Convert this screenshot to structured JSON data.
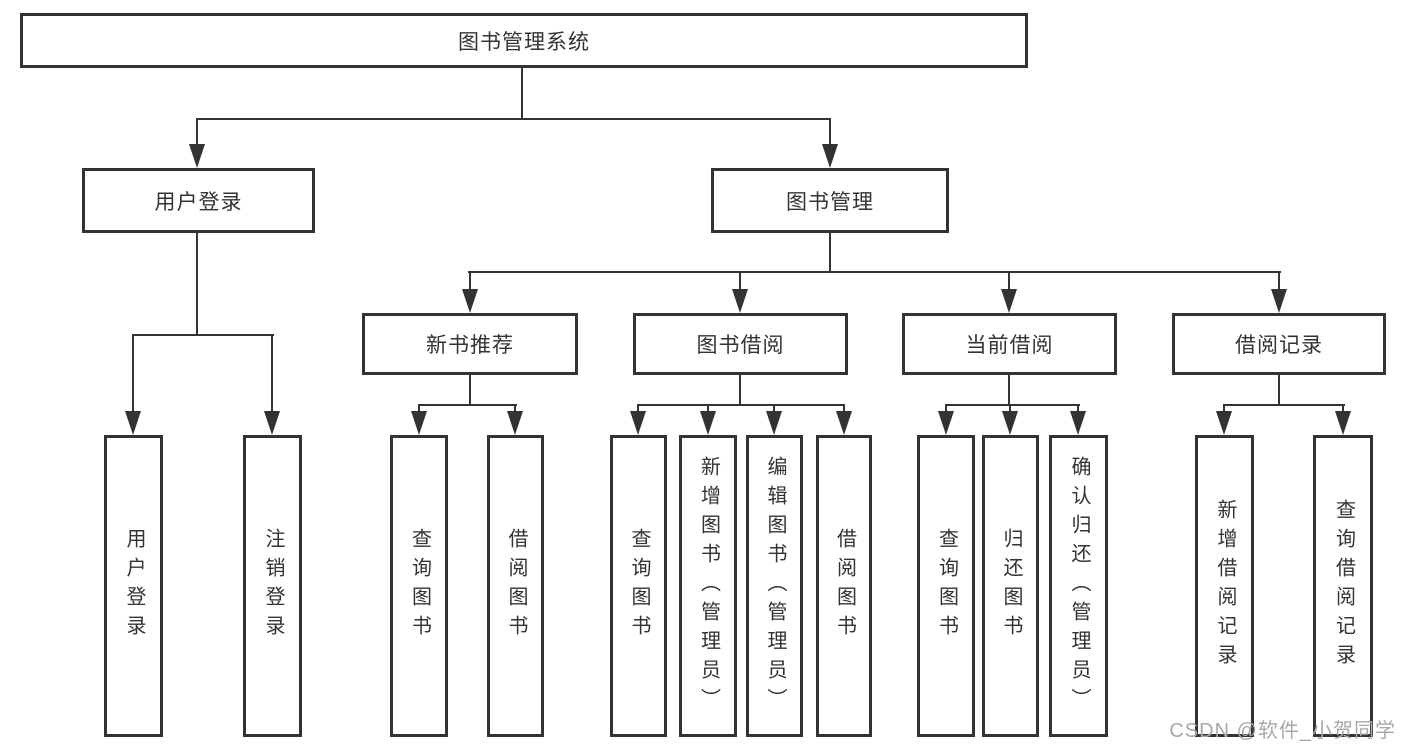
{
  "diagram": {
    "type": "hierarchy-tree",
    "title": "图书管理系统",
    "tree": {
      "label": "图书管理系统",
      "children": [
        {
          "label": "用户登录",
          "children": [
            {
              "label": "用户登录"
            },
            {
              "label": "注销登录"
            }
          ]
        },
        {
          "label": "图书管理",
          "children": [
            {
              "label": "新书推荐",
              "children": [
                {
                  "label": "查询图书"
                },
                {
                  "label": "借阅图书"
                }
              ]
            },
            {
              "label": "图书借阅",
              "children": [
                {
                  "label": "查询图书"
                },
                {
                  "label": "新增图书（管理员）"
                },
                {
                  "label": "编辑图书（管理员）"
                },
                {
                  "label": "借阅图书"
                }
              ]
            },
            {
              "label": "当前借阅",
              "children": [
                {
                  "label": "查询图书"
                },
                {
                  "label": "归还图书"
                },
                {
                  "label": "确认归还（管理员）"
                }
              ]
            },
            {
              "label": "借阅记录",
              "children": [
                {
                  "label": "新增借阅记录"
                },
                {
                  "label": "查询借阅记录"
                }
              ]
            }
          ]
        }
      ]
    },
    "colors": {
      "line": "#333333",
      "text": "#333333",
      "box_background": "#ffffff",
      "page_background": "#ffffff",
      "watermark": "#a8a8a8"
    }
  },
  "watermark": {
    "text": "CSDN @软件_小贺同学"
  }
}
